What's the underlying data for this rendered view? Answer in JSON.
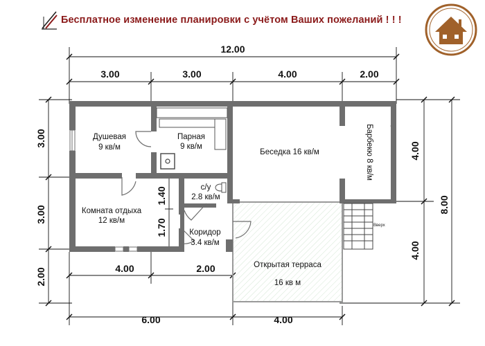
{
  "header": {
    "title": "Бесплатное изменение планировки с учётом Ваших пожеланий ! ! !"
  },
  "dimensions": {
    "total_width": "12.00",
    "top_segments": [
      "3.00",
      "3.00",
      "4.00",
      "2.00"
    ],
    "left_segments": [
      "3.00",
      "3.00",
      "2.00"
    ],
    "right_inner": [
      "4.00",
      "4.00"
    ],
    "right_total": "8.00",
    "bottom_inner": [
      "4.00",
      "2.00"
    ],
    "bottom_outer": [
      "6.00",
      "4.00"
    ],
    "corridor_vertical": [
      "1.40",
      "1.70"
    ]
  },
  "rooms": {
    "shower": {
      "name": "Душевая",
      "area": "9 кв/м"
    },
    "steam": {
      "name": "Парная",
      "area": "9 кв/м"
    },
    "gazebo": {
      "name": "Беседка 16 кв/м"
    },
    "bbq": {
      "name": "Барбекю 8 кв/м"
    },
    "wc": {
      "name": "с/у",
      "area": "2.8 кв/м"
    },
    "rest": {
      "name": "Комната отдыха",
      "area": "12 кв/м"
    },
    "corridor": {
      "name": "Коридор",
      "area": "3.4 кв/м"
    },
    "terrace": {
      "name": "Открытая терраса",
      "area": "16 кв м"
    }
  },
  "stairs": {
    "label": "Вверх"
  },
  "colors": {
    "title": "#8b1a1a",
    "wall": "#6e6e6e",
    "logo": "#a0612a"
  }
}
